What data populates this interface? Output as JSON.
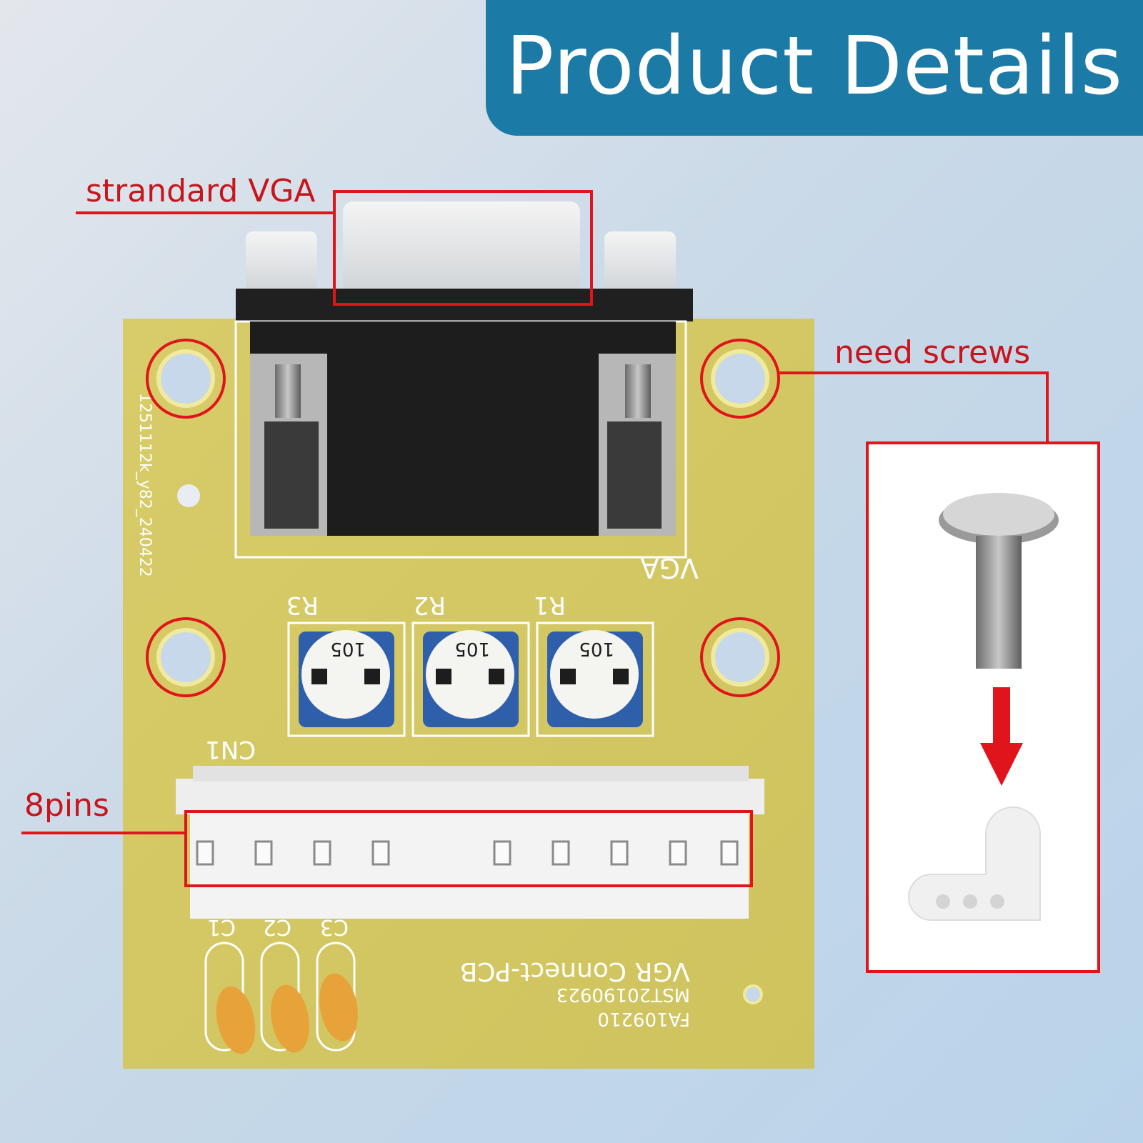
{
  "banner": {
    "title": "Product Details"
  },
  "callouts": {
    "vga": "strandard VGA",
    "screws": "need screws",
    "pins": "8pins"
  },
  "pcb_labels": {
    "vga": "VGA",
    "r1": "R1",
    "r2": "R2",
    "r3": "R3",
    "pot_code": "105",
    "cn1": "CN1",
    "c1": "C1",
    "c2": "C2",
    "c3": "C3",
    "board_name": "VGR Connect-PCB",
    "board_code_1": "MST20190923",
    "board_code_2": "FA109210",
    "side_code": "1251112k_y82_240422"
  },
  "colors": {
    "banner": "#1c7aa7",
    "callout": "#e0141b",
    "pcb": "#d9cf6f",
    "connector": "#1d1d1d",
    "pot_blue": "#2f5faa",
    "capacitor": "#e8a23a"
  }
}
